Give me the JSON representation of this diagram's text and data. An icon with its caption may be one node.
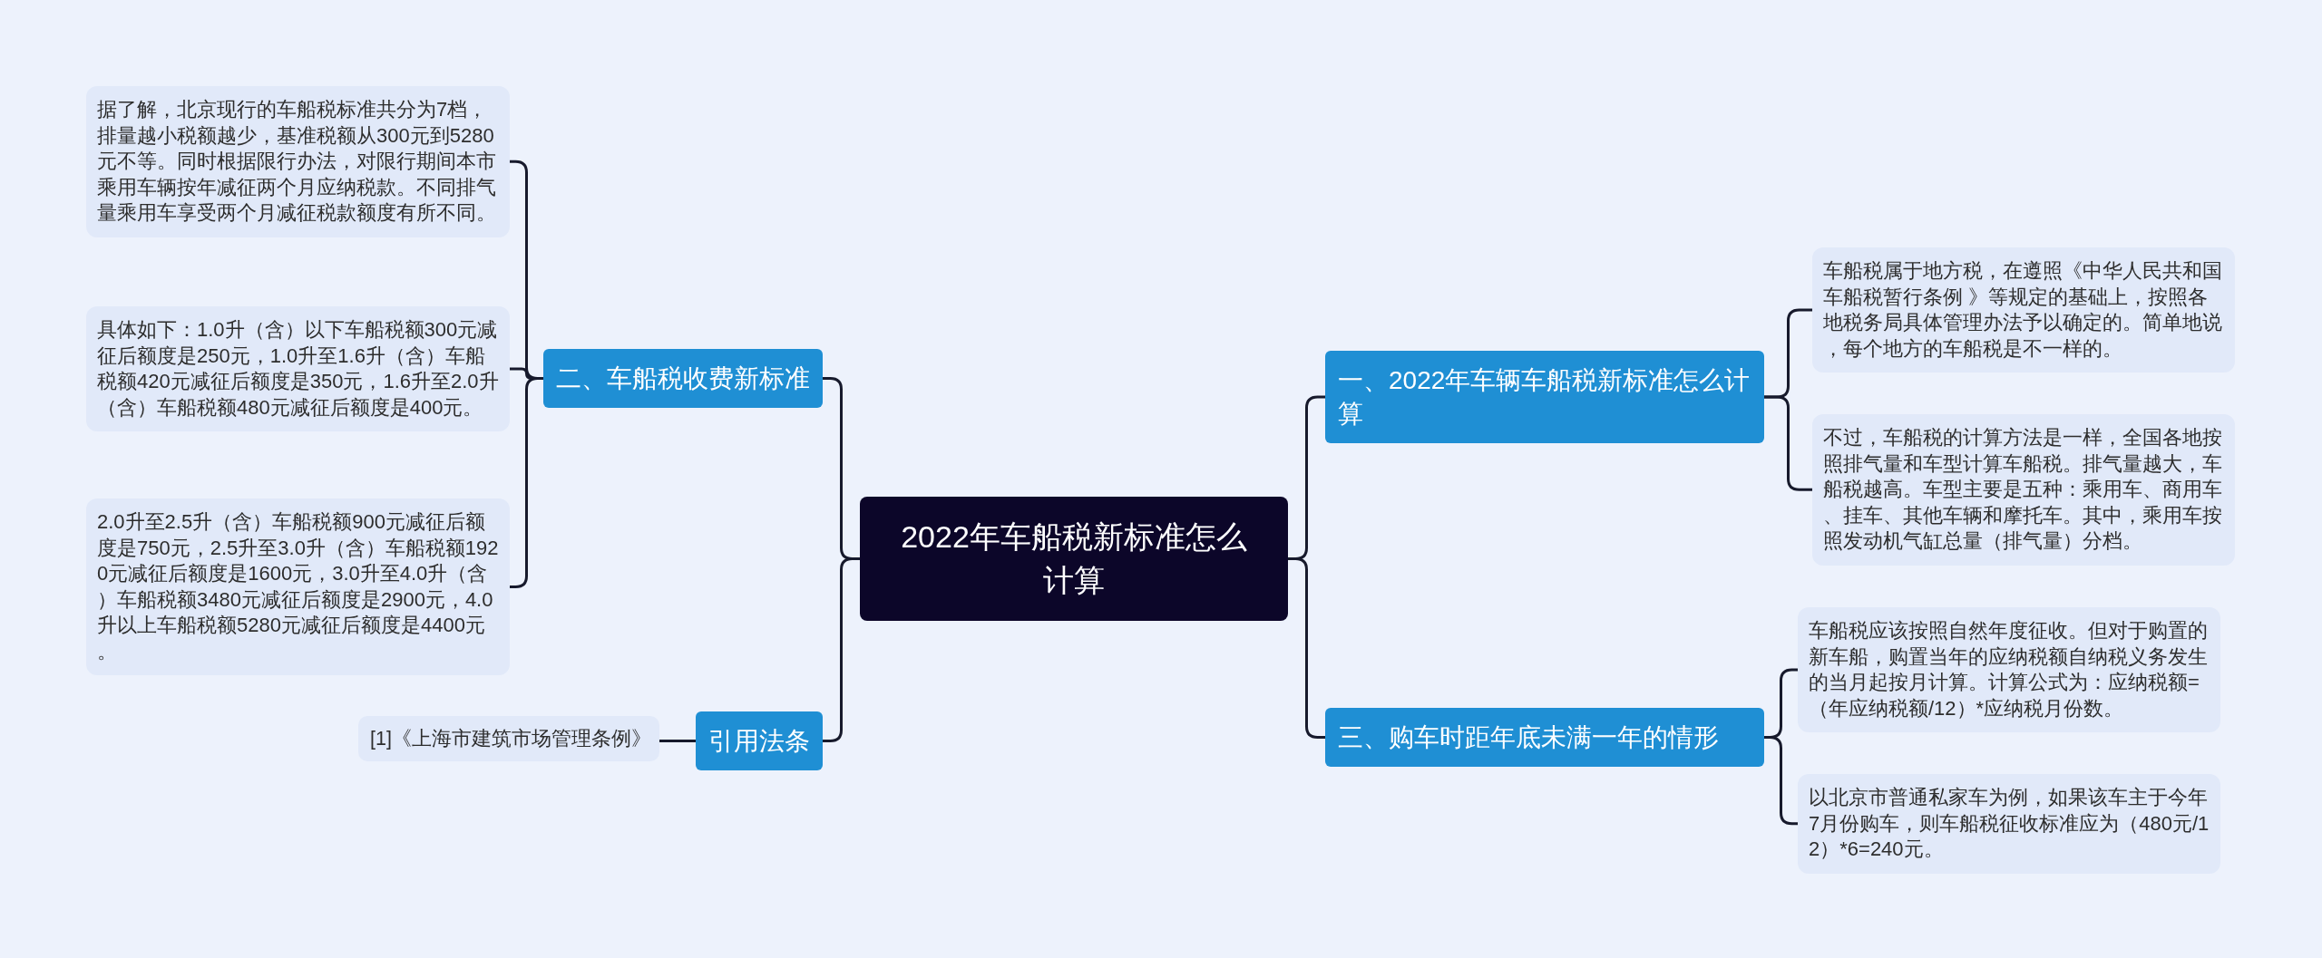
{
  "diagram": {
    "nodes": [
      {
        "text": [
          "2022年车船税新标准怎么计算"
        ]
      },
      {
        "text": [
          "一、2022年车辆车船税新标准怎么计算"
        ]
      },
      {
        "text": [
          "车船税属于地方税，在遵照《中华人民共和国车船税暂行条例 》等规定的基础上，按照各地税务局具体管理办法予以确定的。简单地说，每个地方的车船税是不一样的。"
        ]
      },
      {
        "text": [
          "不过，车船税的计算方法是一样，全国各地按照排气量和车型计算车船税。排气量越大，车船税越高。车型主要是五种：乘用车、商用车、挂车、其他车辆和摩托车。其中，乘用车按照发动机气缸总量（排气量）分档。"
        ]
      },
      {
        "text": [
          "三、购车时距年底未满一年的情形"
        ]
      },
      {
        "text": [
          "车船税应该按照自然年度征收。但对于购置的新车船，购置当年的应纳税额自纳税义务发生的当月起按月计算。计算公式为：应纳税额=（年应纳税额/12）*应纳税月份数。"
        ]
      },
      {
        "text": [
          "以北京市普通私家车为例，如果该车主于今年7月份购车，则车船税征收标准应为（480元/12）*6=240元。"
        ]
      },
      {
        "text": [
          "二、车船税收费新标准"
        ]
      },
      {
        "text": [
          "据了解，北京现行的车船税标准共分为7档，排量越小税额越少，基准税额从300元到5280元不等。同时根据限行办法，对限行期间本市乘用车辆按年减征两个月应纳税款。不同排气量乘用车享受两个月减征税款额度有所不同。"
        ]
      },
      {
        "text": [
          "具体如下：1.0升（含）以下车船税额300元减征后额度是250元，1.0升至1.6升（含）车船税额420元减征后额度是350元，1.6升至2.0升（含）车船税额480元减征后额度是400元。"
        ]
      },
      {
        "text": [
          "2.0升至2.5升（含）车船税额900元减征后额度是750元，2.5升至3.0升（含）车船税额1920元减征后额度是1600元，3.0升至4.0升（含）车船税额3480元减征后额度是2900元，4.0升以上车船税额5280元减征后额度是4400元。"
        ]
      },
      {
        "text": [
          "引用法条"
        ]
      },
      {
        "text": [
          "[1]《上海市建筑市场管理条例》"
        ]
      }
    ],
    "edges": [
      {
        "from": 0,
        "to": 1,
        "arrow": "none"
      },
      {
        "from": 1,
        "to": 2,
        "arrow": "none"
      },
      {
        "from": 1,
        "to": 3,
        "arrow": "none"
      },
      {
        "from": 0,
        "to": 4,
        "arrow": "none"
      },
      {
        "from": 4,
        "to": 5,
        "arrow": "none"
      },
      {
        "from": 4,
        "to": 6,
        "arrow": "none"
      },
      {
        "from": 0,
        "to": 7,
        "arrow": "none"
      },
      {
        "from": 7,
        "to": 8,
        "arrow": "none"
      },
      {
        "from": 7,
        "to": 9,
        "arrow": "none"
      },
      {
        "from": 7,
        "to": 10,
        "arrow": "none"
      },
      {
        "from": 0,
        "to": 11,
        "arrow": "none"
      },
      {
        "from": 11,
        "to": 12,
        "arrow": "none"
      }
    ]
  }
}
